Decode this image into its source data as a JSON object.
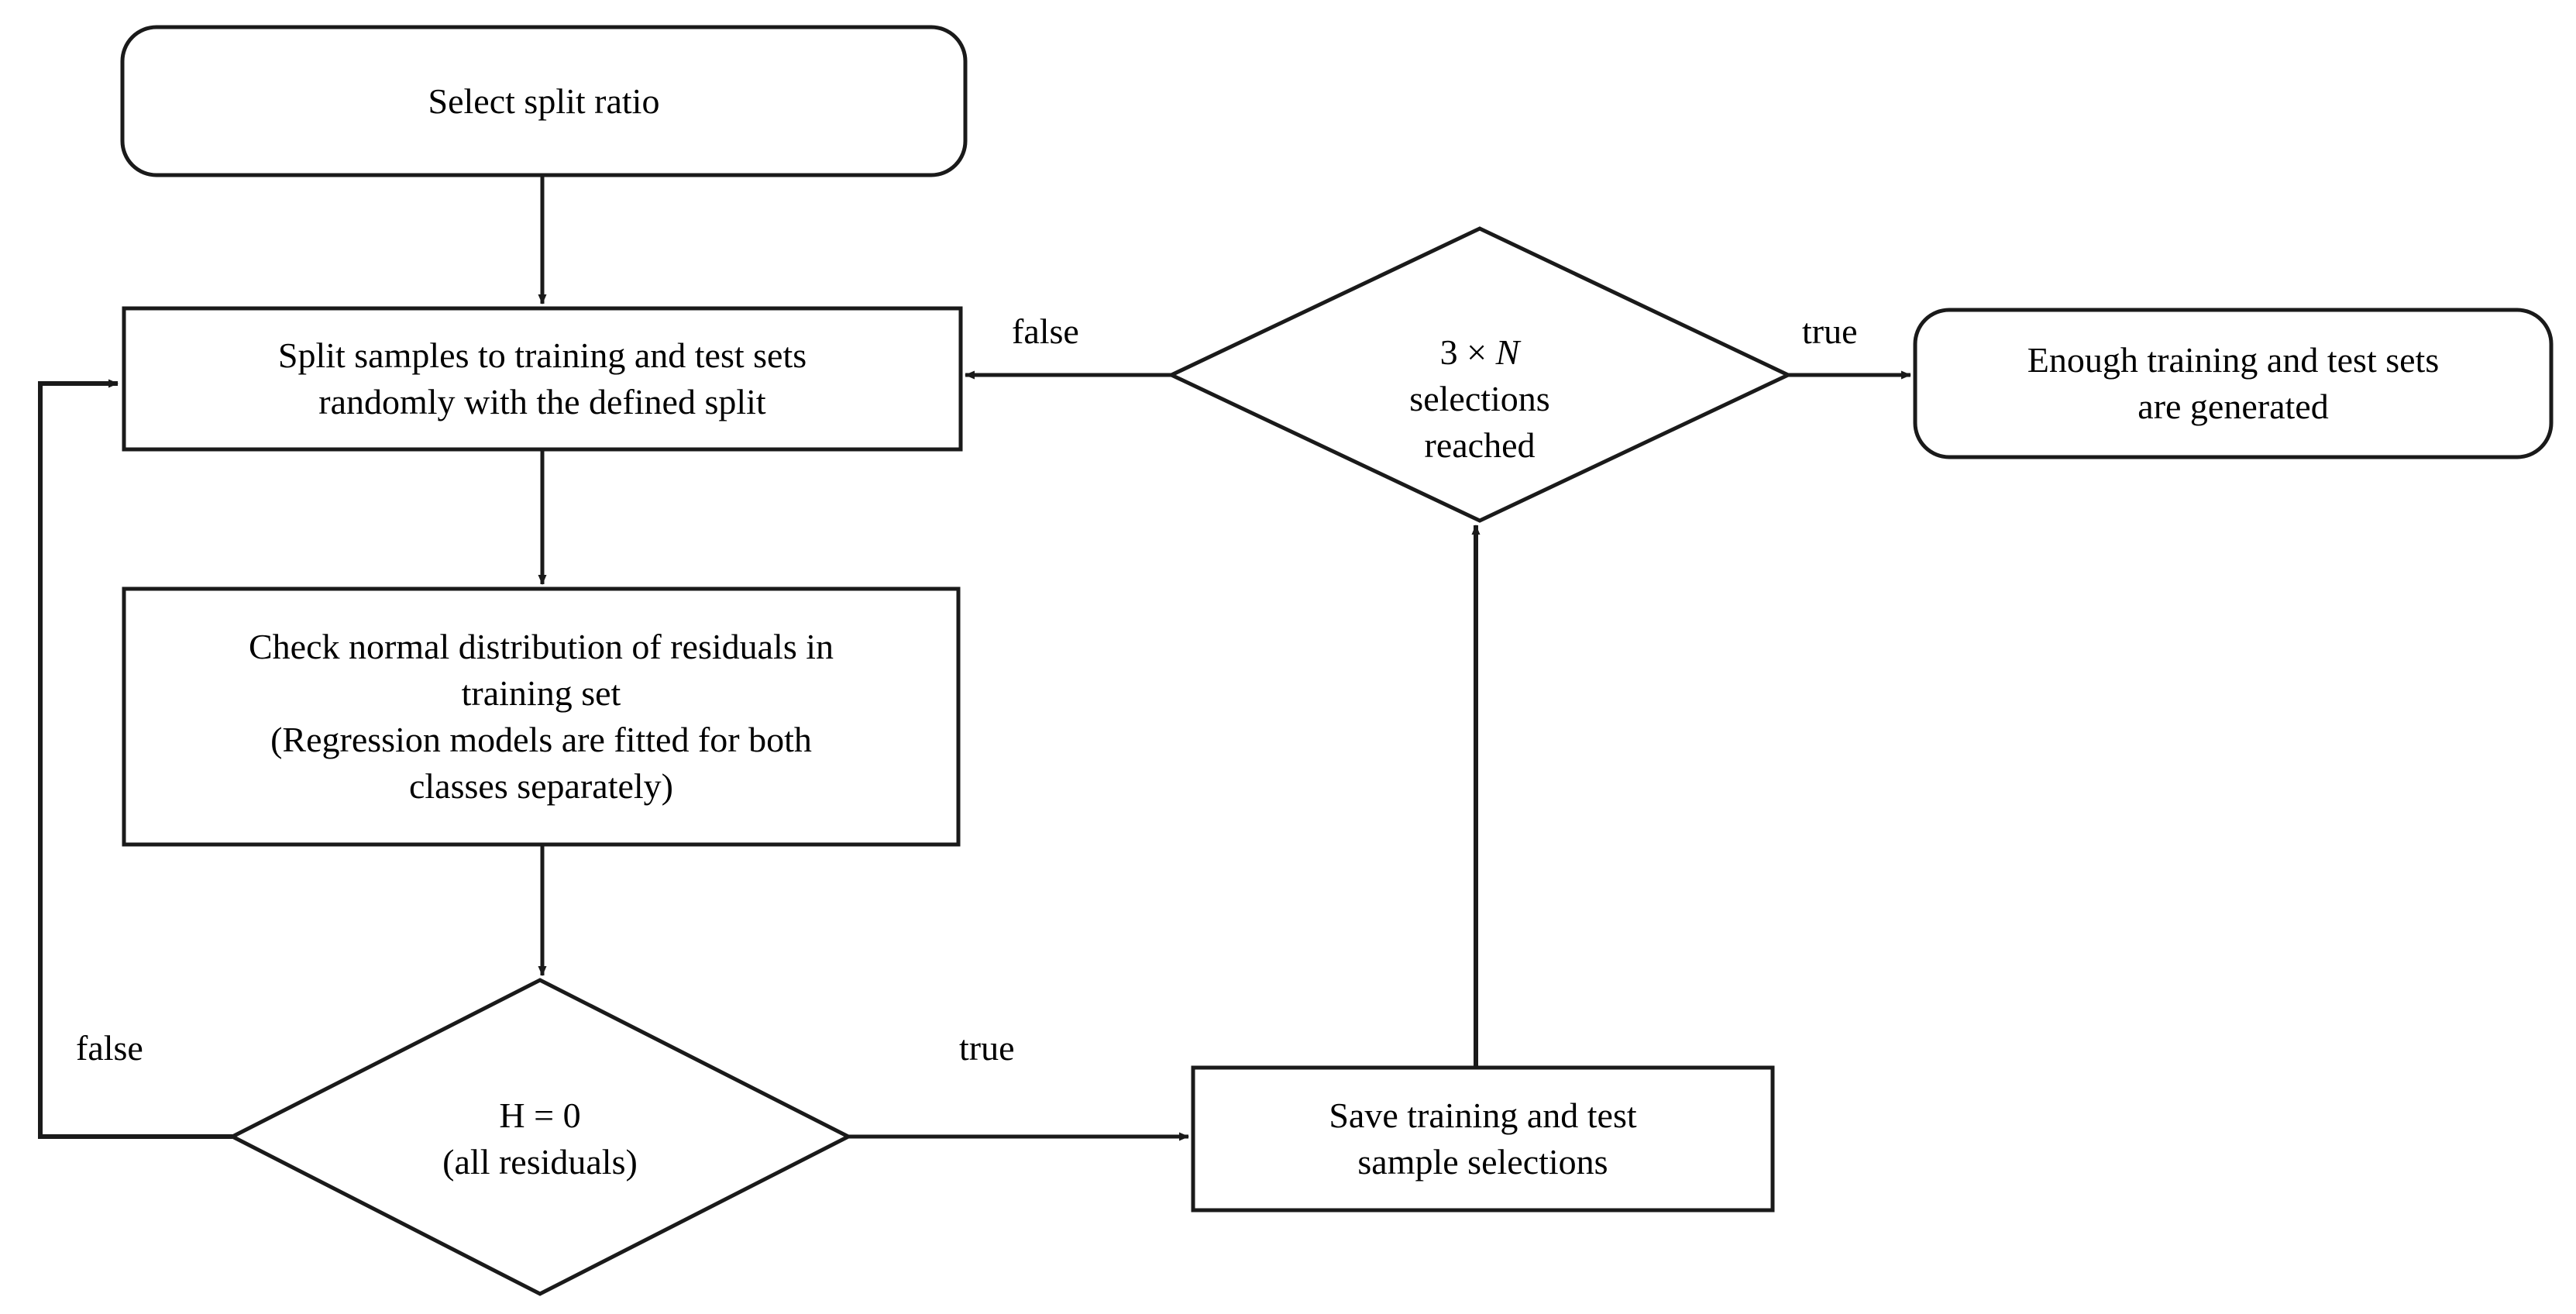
{
  "diagram": {
    "title": "Train/test split selection flowchart",
    "background_color": "#ffffff",
    "stroke_color": "#1a1a1a",
    "text_color": "#000000"
  },
  "nodes": {
    "select_split_ratio": {
      "label": "Select split ratio",
      "shape": "rounded-rectangle"
    },
    "split_samples": {
      "label": "Split samples to training and test sets\nrandomly with the defined split",
      "shape": "rectangle"
    },
    "check_normal": {
      "label": "Check normal distribution of residuals in\ntraining set\n(Regression models are fitted for both\nclasses separately)",
      "shape": "rectangle"
    },
    "h_equals_zero": {
      "label": "H = 0\n(all residuals)",
      "shape": "diamond"
    },
    "save_selections": {
      "label": "Save training and test\nsample selections",
      "shape": "rectangle"
    },
    "selections_reached": {
      "label_line1_prefix": "3 × ",
      "label_line1_variable": "N",
      "label_line2": "selections",
      "label_line3": "reached",
      "shape": "diamond"
    },
    "enough_sets": {
      "label": "Enough training and test sets\nare generated",
      "shape": "rounded-rectangle"
    }
  },
  "edges": {
    "h_false_label": "false",
    "h_true_label": "true",
    "selections_false_label": "false",
    "selections_true_label": "true"
  }
}
